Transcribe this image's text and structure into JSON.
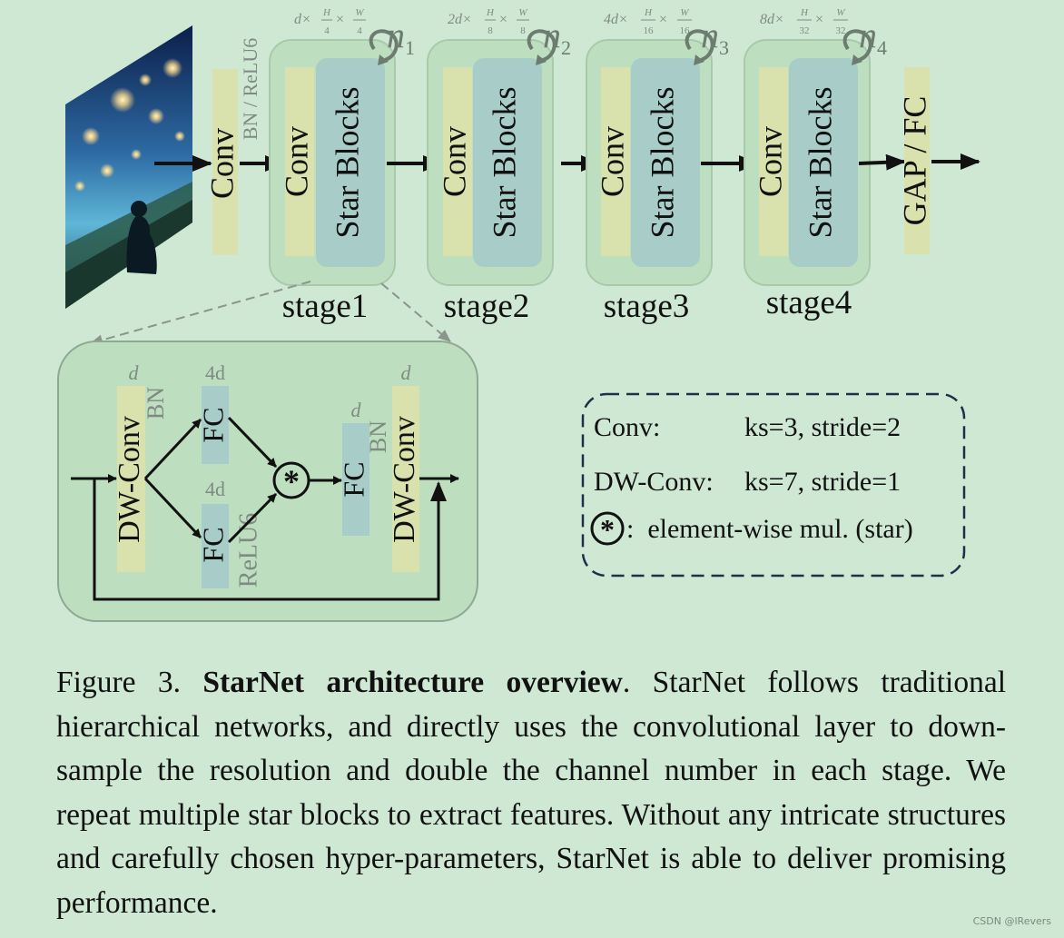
{
  "stem": {
    "conv_label": "Conv",
    "act_label": "BN / ReLU6"
  },
  "stages": [
    {
      "name": "stage1",
      "conv": "Conv",
      "blocks": "Star Blocks",
      "repeat_base": "n",
      "repeat_sub": "1",
      "dim_pre": "d×",
      "dim_h_num": "H",
      "dim_h_den": "4",
      "dim_mid": "×",
      "dim_w_num": "W",
      "dim_w_den": "4"
    },
    {
      "name": "stage2",
      "conv": "Conv",
      "blocks": "Star Blocks",
      "repeat_base": "n",
      "repeat_sub": "2",
      "dim_pre": "2d×",
      "dim_h_num": "H",
      "dim_h_den": "8",
      "dim_mid": "×",
      "dim_w_num": "W",
      "dim_w_den": "8"
    },
    {
      "name": "stage3",
      "conv": "Conv",
      "blocks": "Star Blocks",
      "repeat_base": "n",
      "repeat_sub": "3",
      "dim_pre": "4d×",
      "dim_h_num": "H",
      "dim_h_den": "16",
      "dim_mid": "×",
      "dim_w_num": "W",
      "dim_w_den": "16"
    },
    {
      "name": "stage4",
      "conv": "Conv",
      "blocks": "Star Blocks",
      "repeat_base": "n",
      "repeat_sub": "4",
      "dim_pre": "8d×",
      "dim_h_num": "H",
      "dim_h_den": "32",
      "dim_mid": "×",
      "dim_w_num": "W",
      "dim_w_den": "32"
    }
  ],
  "head_label": "GAP / FC",
  "star_block": {
    "dwconv1": "DW-Conv",
    "dwconv1_dim": "d",
    "bn1": "BN",
    "fc_top": "FC",
    "fc_top_dim": "4d",
    "fc_bottom": "FC",
    "fc_bottom_dim": "4d",
    "relu": "ReLU6",
    "star_symbol": "*",
    "fc_out": "FC",
    "fc_out_dim": "d",
    "bn2": "BN",
    "dwconv2": "DW-Conv",
    "dwconv2_dim": "d"
  },
  "legend": {
    "conv_key": "Conv:",
    "conv_val": "ks=3, stride=2",
    "dw_key": "DW-Conv:",
    "dw_val": "ks=7, stride=1",
    "star_symbol": "*",
    "star_val": ":  element-wise mul. (star)"
  },
  "caption": {
    "prefix": "Figure 3. ",
    "title": "StarNet architecture overview",
    "body": ". StarNet follows traditional hierarchical networks, and directly uses the convolutional layer to down-sample the resolution and double the channel number in each stage.  We repeat multiple star blocks to extract features. Without any intricate structures and carefully chosen hyper-parameters, StarNet is able to deliver promising performance."
  },
  "watermark": "CSDN @lRevers",
  "colors": {
    "background": "#cfe8d3",
    "stage_box": "#bddfbf",
    "conv_fill": "#d9e2ac",
    "star_fill": "#a8cdc8",
    "arrow": "#111111",
    "label_gray": "#7f8a82"
  }
}
